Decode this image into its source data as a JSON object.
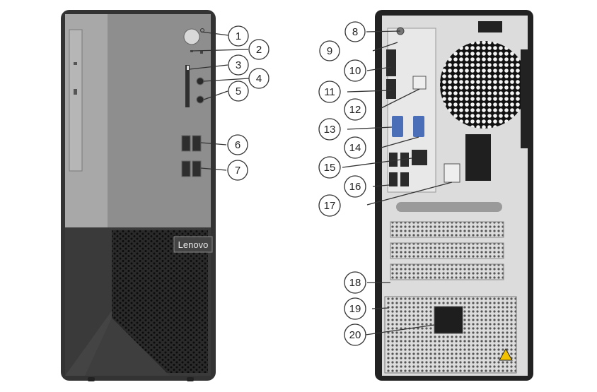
{
  "front": {
    "brand_logo": "Lenovo"
  },
  "callouts": {
    "c1": "1",
    "c2": "2",
    "c3": "3",
    "c4": "4",
    "c5": "5",
    "c6": "6",
    "c7": "7",
    "c8": "8",
    "c9": "9",
    "c10": "10",
    "c11": "11",
    "c12": "12",
    "c13": "13",
    "c14": "14",
    "c15": "15",
    "c16": "16",
    "c17": "17",
    "c18": "18",
    "c19": "19",
    "c20": "20"
  },
  "colors": {
    "chassis_dark": "#3d3d3d",
    "front_panel_light": "#a9a9a9",
    "front_panel_mid": "#8f8f8f",
    "rear_body": "#dcdcdc",
    "callout_stroke": "#333333",
    "usb_port": "#3a3a3a",
    "vga_blue": "#4a6fb8",
    "warning_yellow": "#f2c200"
  }
}
